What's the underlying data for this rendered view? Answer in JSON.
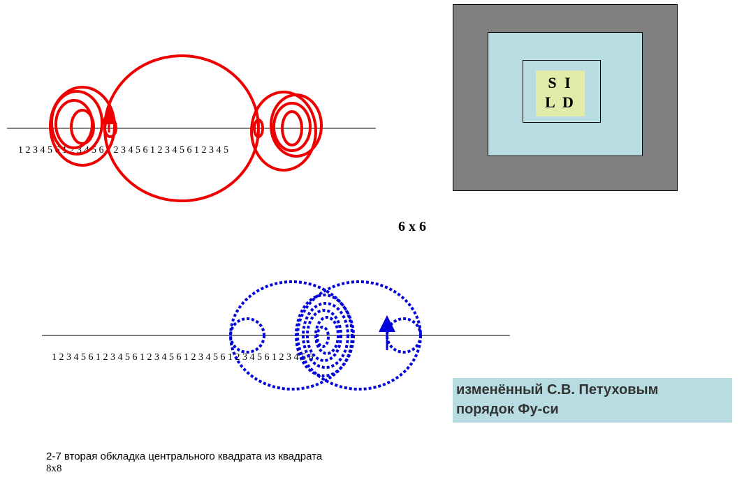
{
  "top_diagram": {
    "number_row": "1 2 3 4 5 6 1 2 3 4 5 6 1 2 3 4 5 6 1 2 3 4 5 6 1 2 3 4 5",
    "color": "#ee0000"
  },
  "bottom_diagram": {
    "number_row": "1 2 3 4 5 6 1 2 3 4 5 6 1 2 3 4 5 6 1 2 3 4 5 6 1 2 3 4 5 6 1 2 3 4 5 6",
    "color": "#0000dd"
  },
  "square_figure": {
    "center_line1": "S I",
    "center_line2": "L D",
    "colors": {
      "outer": "#808080",
      "middle": "#b7dde3",
      "center": "#e3ebab"
    }
  },
  "size_label": "6 x 6",
  "info_box": {
    "line1": "изменённый С.В. Петуховым",
    "line2": "порядок Фу-си"
  },
  "caption": {
    "line1": "2-7 вторая обкладка центрального квадрата из квадрата",
    "line2": "8x8"
  }
}
